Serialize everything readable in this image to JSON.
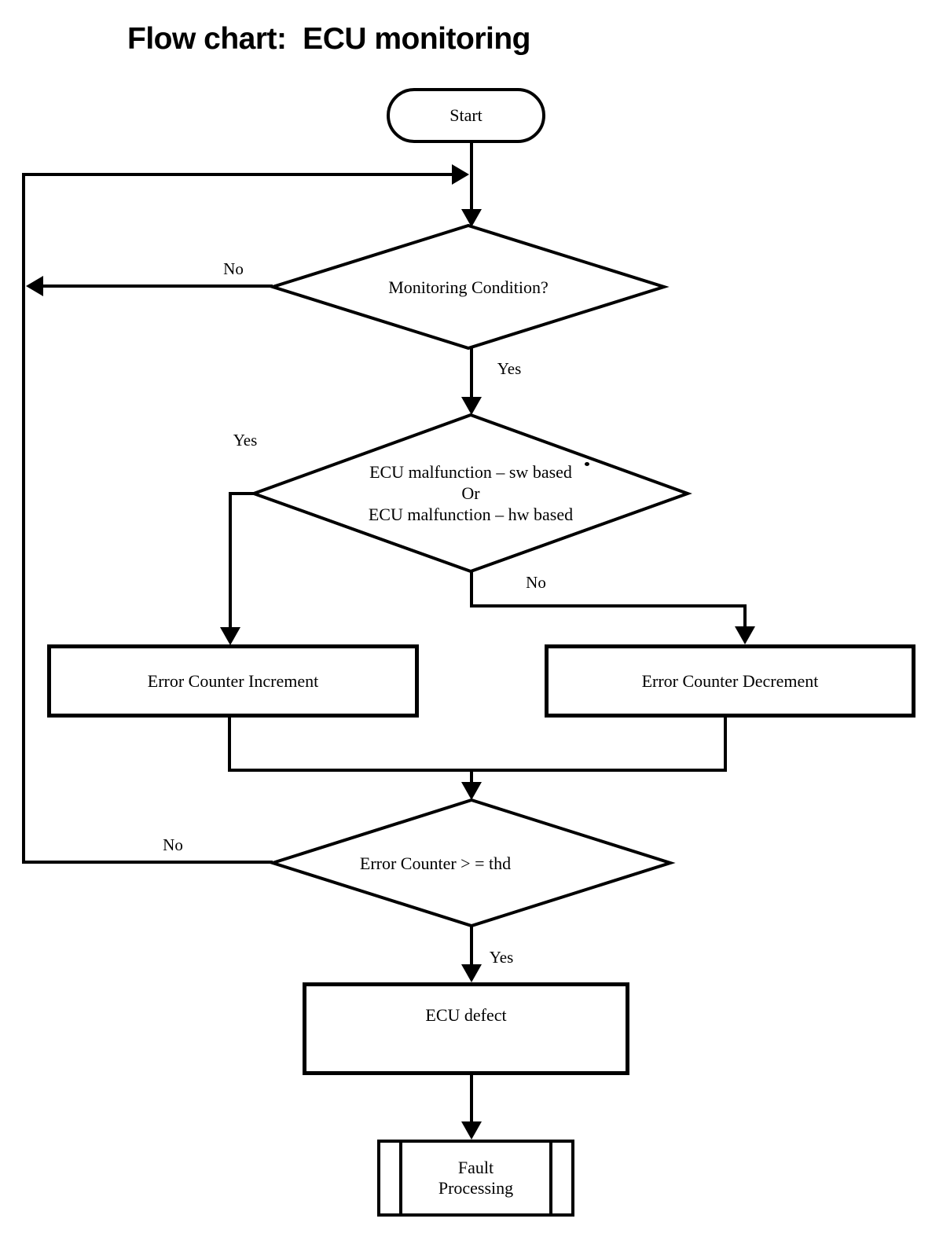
{
  "title": "Flow chart:  ECU monitoring",
  "colors": {
    "ink": "#000000",
    "background": "#ffffff"
  },
  "nodes": {
    "start": {
      "type": "terminator",
      "label": "Start"
    },
    "monitoring_condition": {
      "type": "decision",
      "label": "Monitoring Condition?"
    },
    "ecu_malfunction": {
      "type": "decision",
      "lines": [
        "ECU malfunction – sw based",
        "Or",
        "ECU malfunction – hw based"
      ]
    },
    "error_counter_increment": {
      "type": "process",
      "label": "Error Counter Increment"
    },
    "error_counter_decrement": {
      "type": "process",
      "label": "Error Counter Decrement"
    },
    "error_counter_threshold": {
      "type": "decision",
      "label": "Error Counter > = thd"
    },
    "ecu_defect": {
      "type": "process",
      "label": "ECU defect"
    },
    "fault_processing": {
      "type": "predefined_process",
      "lines": [
        "Fault",
        "Processing"
      ]
    }
  },
  "edge_labels": {
    "monitoring_condition_no": "No",
    "monitoring_condition_yes": "Yes",
    "ecu_malfunction_yes": "Yes",
    "ecu_malfunction_no": "No",
    "error_counter_threshold_no": "No",
    "error_counter_threshold_yes": "Yes"
  }
}
